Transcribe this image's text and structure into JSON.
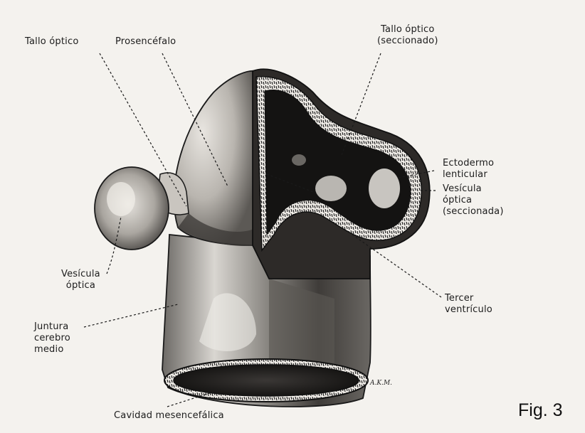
{
  "labels": {
    "tallo_optico": "Tallo óptico",
    "prosencefalo": "Prosencéfalo",
    "tallo_optico_seccionado": "Tallo óptico\n(seccionado)",
    "ectodermo_lenticular": "Ectodermo\nlenticular",
    "vesicula_optica_seccionada": "Vesícula\nóptica\n(seccionada)",
    "vesicula_optica": "Vesícula\nóptica",
    "juntura_cerebro_medio": "Juntura\ncerebro\nmedio",
    "tercer_ventriculo": "Tercer\nventrículo",
    "cavidad_mesencefalica": "Cavidad mesencefálica"
  },
  "figure_caption": "Fig. 3",
  "artist_signature": "A.K.M."
}
